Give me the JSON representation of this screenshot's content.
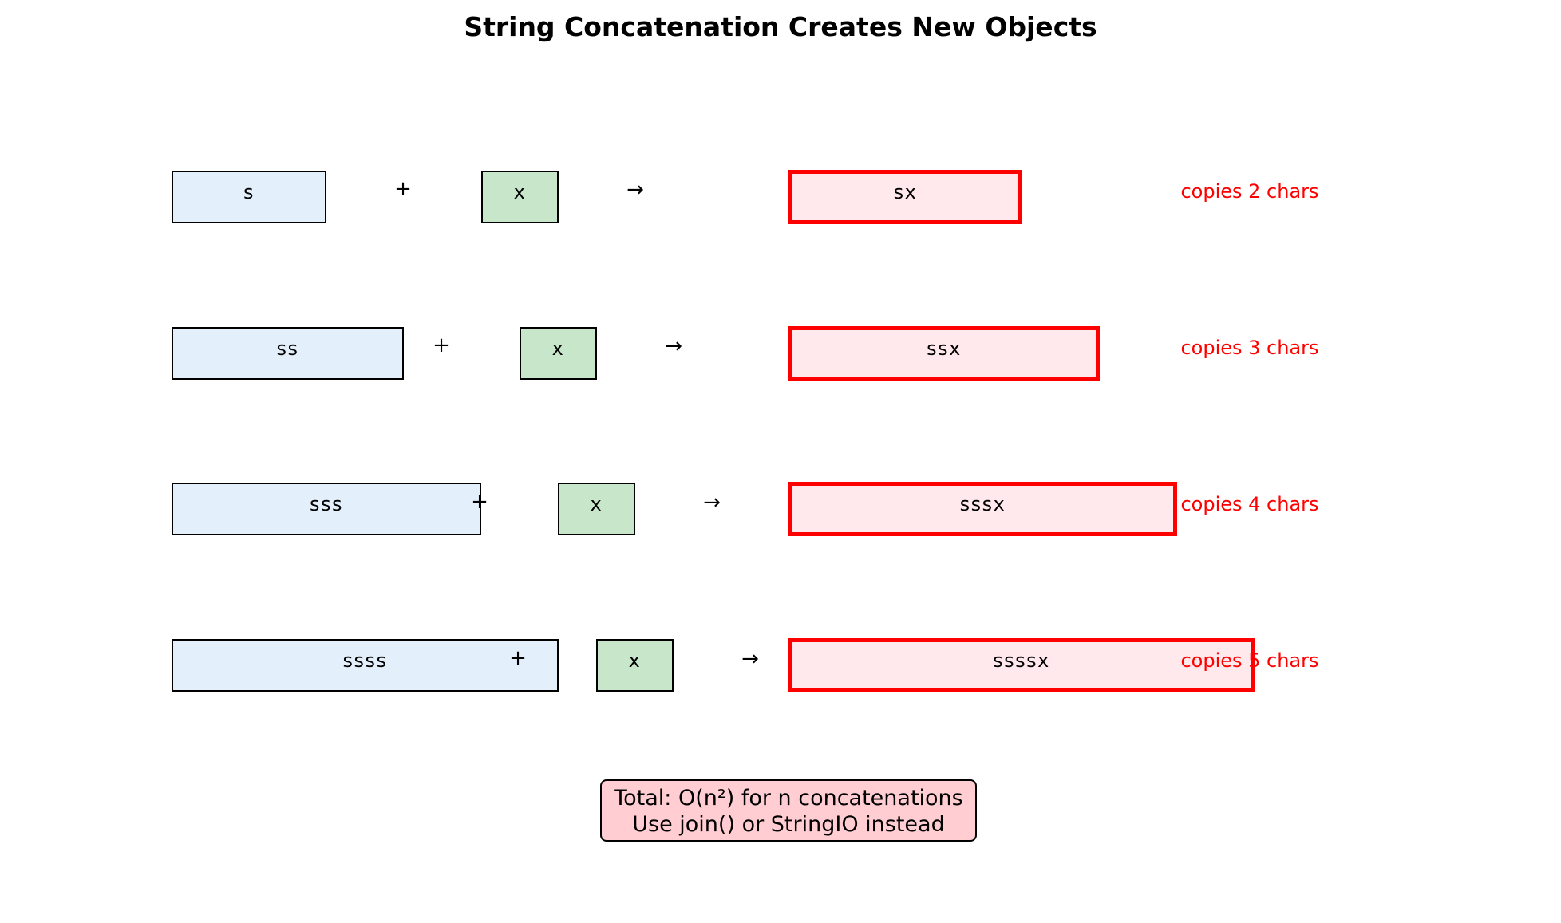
{
  "title": "String Concatenation Creates New Objects",
  "colors": {
    "original_fill": "#e3f0fc",
    "added_fill": "#c8e6c9",
    "result_fill": "#ffe9ec",
    "result_border": "#ff0000",
    "copies_text": "#ff0000",
    "note_fill": "#ffcdd2"
  },
  "rows": [
    {
      "original": "s",
      "plus": "+",
      "added": "x",
      "arrow": "→",
      "result": "sx",
      "copies": "copies 2 chars"
    },
    {
      "original": "ss",
      "plus": "+",
      "added": "x",
      "arrow": "→",
      "result": "ssx",
      "copies": "copies 3 chars"
    },
    {
      "original": "sss",
      "plus": "+",
      "added": "x",
      "arrow": "→",
      "result": "sssx",
      "copies": "copies 4 chars"
    },
    {
      "original": "ssss",
      "plus": "+",
      "added": "x",
      "arrow": "→",
      "result": "ssssx",
      "copies": "copies 5 chars"
    }
  ],
  "note": {
    "line1": "Total: O(n²) for n concatenations",
    "line2": "Use join() or StringIO instead"
  }
}
